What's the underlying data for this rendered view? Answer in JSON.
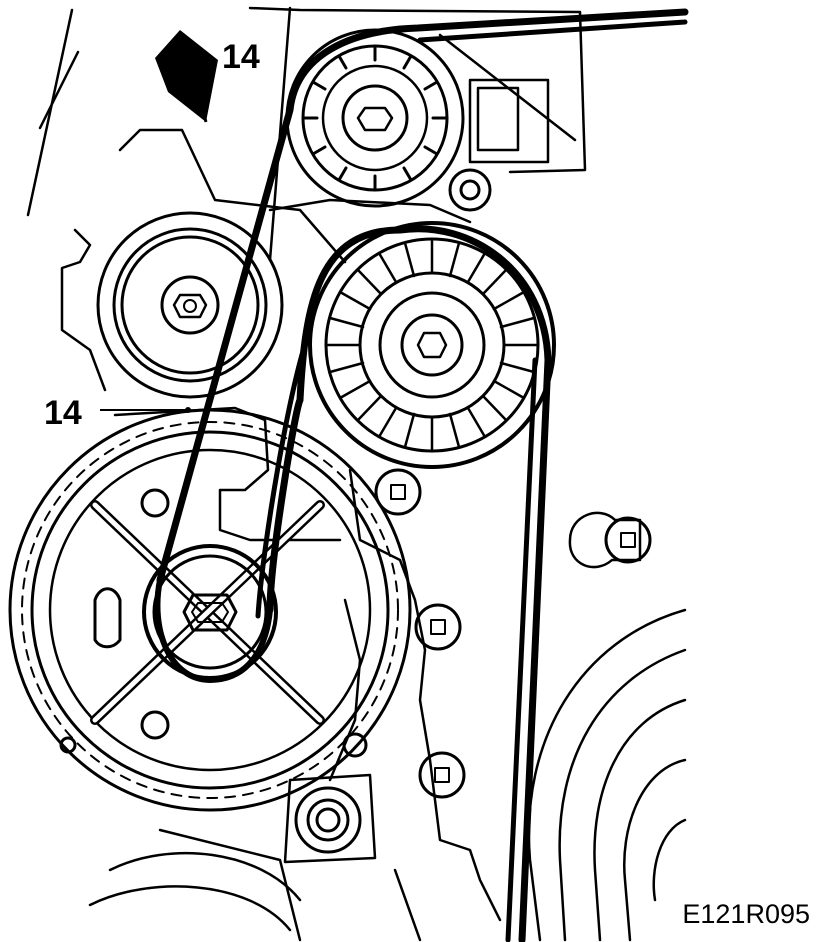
{
  "callouts": {
    "top": "14",
    "left": "14"
  },
  "figure_code": "E121R095",
  "colors": {
    "ink": "#000000",
    "paper": "#ffffff"
  }
}
